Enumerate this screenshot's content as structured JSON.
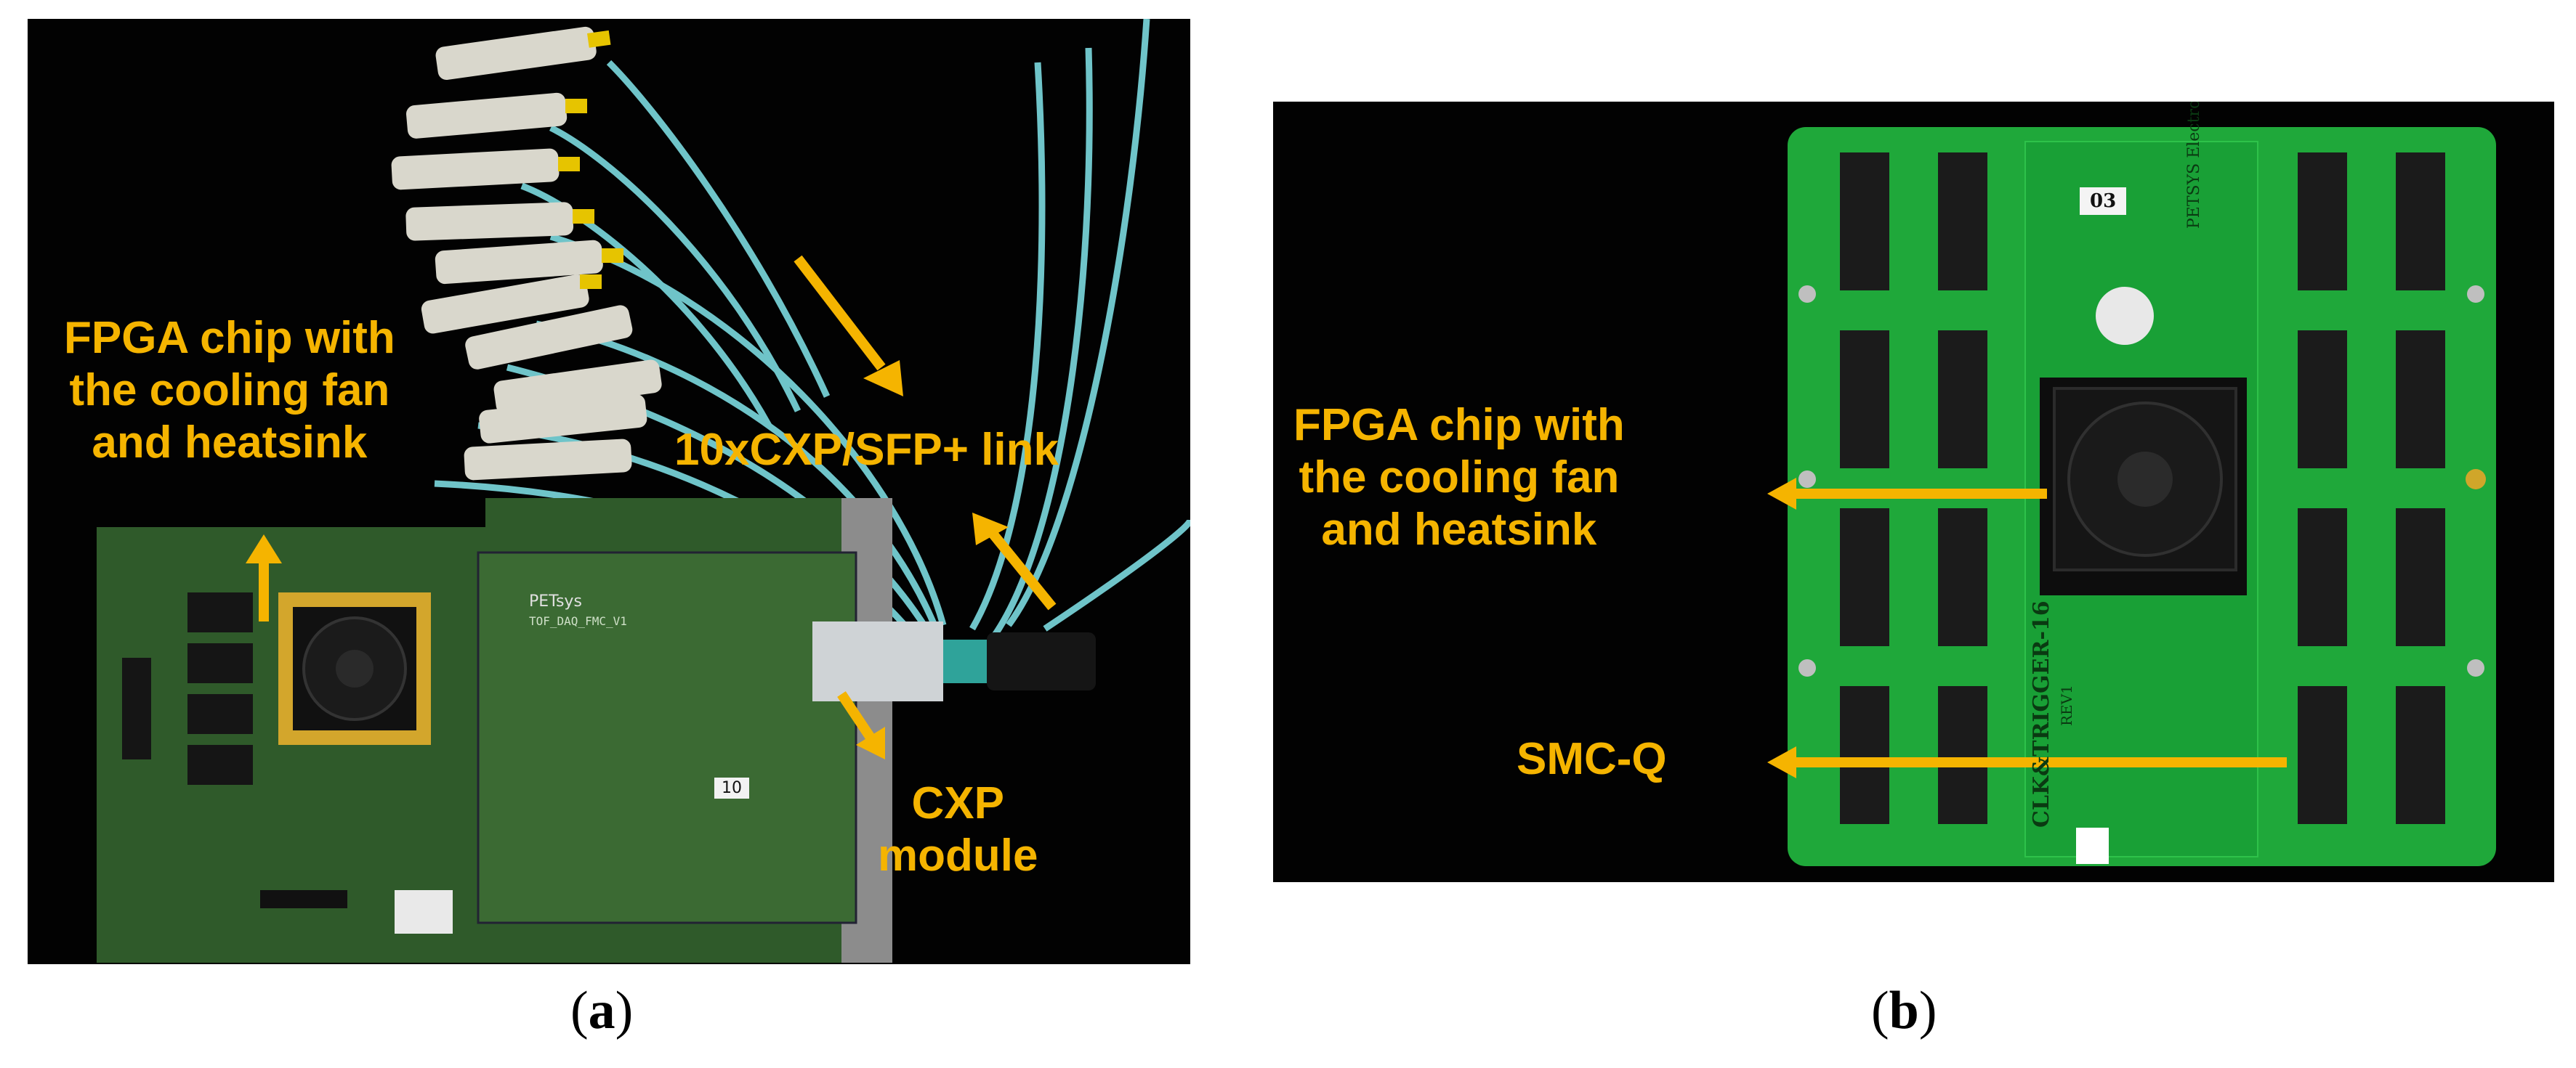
{
  "panel_a": {
    "caption": "(a)",
    "caption_letter": "a",
    "labels": {
      "fpga": [
        "FPGA chip with",
        "the cooling fan",
        "and heatsink"
      ],
      "link": "10xCXP/SFP+ link",
      "cxp": [
        "CXP",
        "module"
      ]
    },
    "board_text": {
      "petsys": "PETsys",
      "board_id": "TOF_DAQ_FMC_V1",
      "tag": "10"
    }
  },
  "panel_b": {
    "caption": "(b)",
    "caption_letter": "b",
    "labels": {
      "fpga": [
        "FPGA chip with",
        "the cooling fan",
        "and heatsink"
      ],
      "smc": "SMC-Q"
    },
    "board_text": {
      "tag": "03",
      "maker": "PETSYS Electronics",
      "board_name": "CLK&TRIGGER-16",
      "rev": "REV1"
    }
  },
  "colors": {
    "annotation": "#f5b400",
    "background": "#020202",
    "pcb_a": "#2f5a2a",
    "pcb_b": "#1fa83a",
    "fiber": "#6fc4c9"
  }
}
